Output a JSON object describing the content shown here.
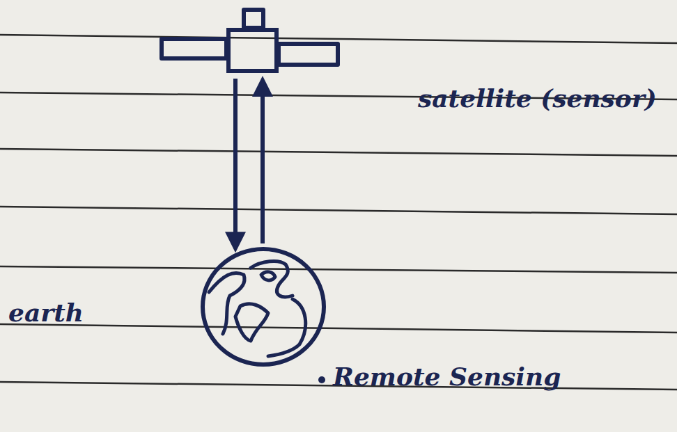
{
  "diagram": {
    "nodes": [
      {
        "text": [
          "satellite (sensor)"
        ]
      },
      {
        "text": [
          "earth"
        ]
      }
    ],
    "edges": [
      {
        "from": 0,
        "to": 1,
        "arrow": "to"
      },
      {
        "from": 1,
        "to": 0,
        "arrow": "to"
      }
    ],
    "labels": [
      "Remote Sensing"
    ]
  }
}
